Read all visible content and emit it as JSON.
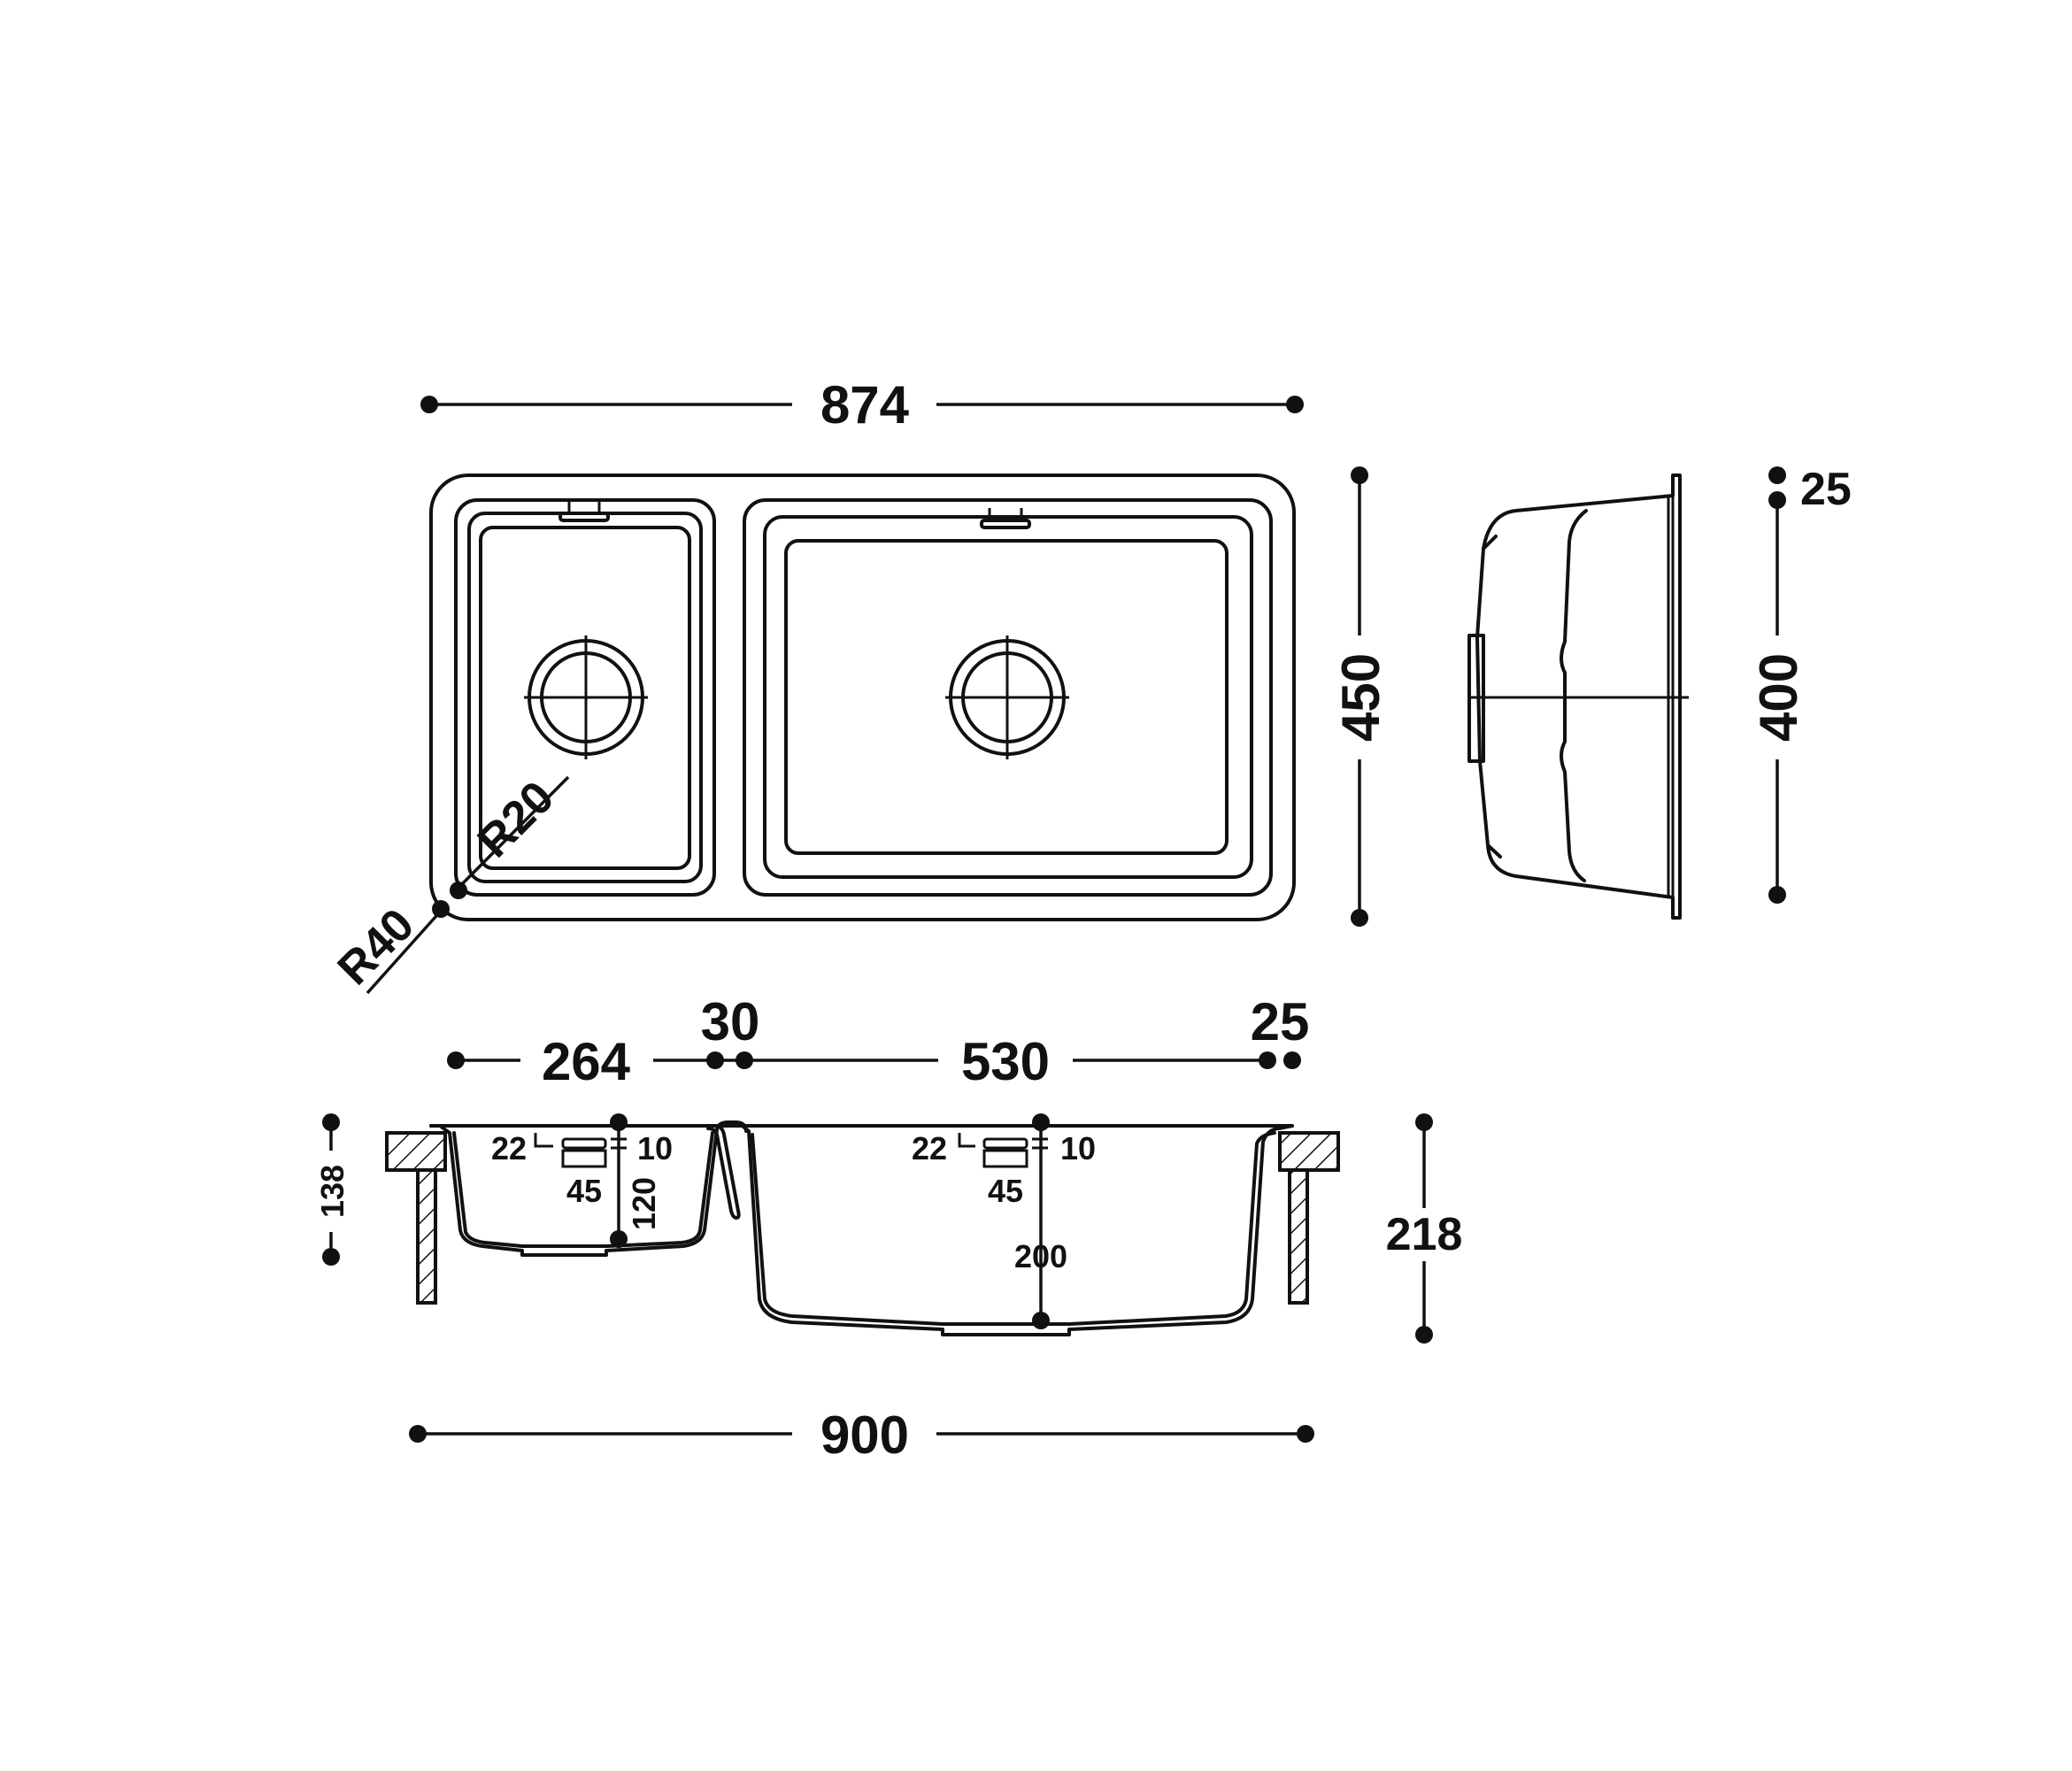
{
  "top_view": {
    "width_label": "874",
    "height_label": "450",
    "radius_outer_label": "R40",
    "radius_inner_label": "R20"
  },
  "side_view": {
    "rim_label": "25",
    "depth_label": "400"
  },
  "front_view": {
    "small_bowl_label": "264",
    "divider_label": "30",
    "large_bowl_label": "530",
    "edge_label": "25",
    "small_depth_label": "138",
    "total_depth_label": "218",
    "total_width_label": "900",
    "small_overflow": {
      "offset_label": "22",
      "height_label": "10",
      "width_label": "45",
      "drop_label": "120"
    },
    "large_overflow": {
      "offset_label": "22",
      "height_label": "10",
      "width_label": "45",
      "drop_label": "200"
    }
  }
}
